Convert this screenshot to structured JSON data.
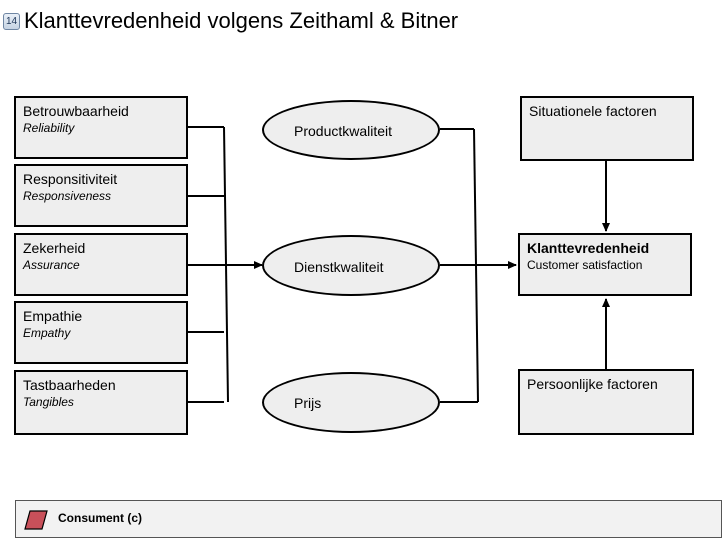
{
  "slide": {
    "number": "14",
    "title": "Klanttevredenheid volgens Zeithaml & Bitner"
  },
  "dimensions": [
    {
      "label": "Betrouwbaarheid",
      "subtitle": "Reliability"
    },
    {
      "label": "Responsitiviteit",
      "subtitle": "Responsiveness"
    },
    {
      "label": "Zekerheid",
      "subtitle": "Assurance"
    },
    {
      "label": "Empathie",
      "subtitle": "Empathy"
    },
    {
      "label": "Tastbaarheden",
      "subtitle": "Tangibles"
    }
  ],
  "drivers": [
    {
      "label": "Productkwaliteit"
    },
    {
      "label": "Dienstkwaliteit"
    },
    {
      "label": "Prijs"
    }
  ],
  "factors": {
    "situational": "Situationele factoren",
    "outcome": {
      "label": "Klanttevredenheid",
      "subtitle": "Customer satisfaction"
    },
    "personal": "Persoonlijke factoren"
  },
  "legend": {
    "label": "Consument (c)",
    "swatch_color": "#c8505a"
  }
}
